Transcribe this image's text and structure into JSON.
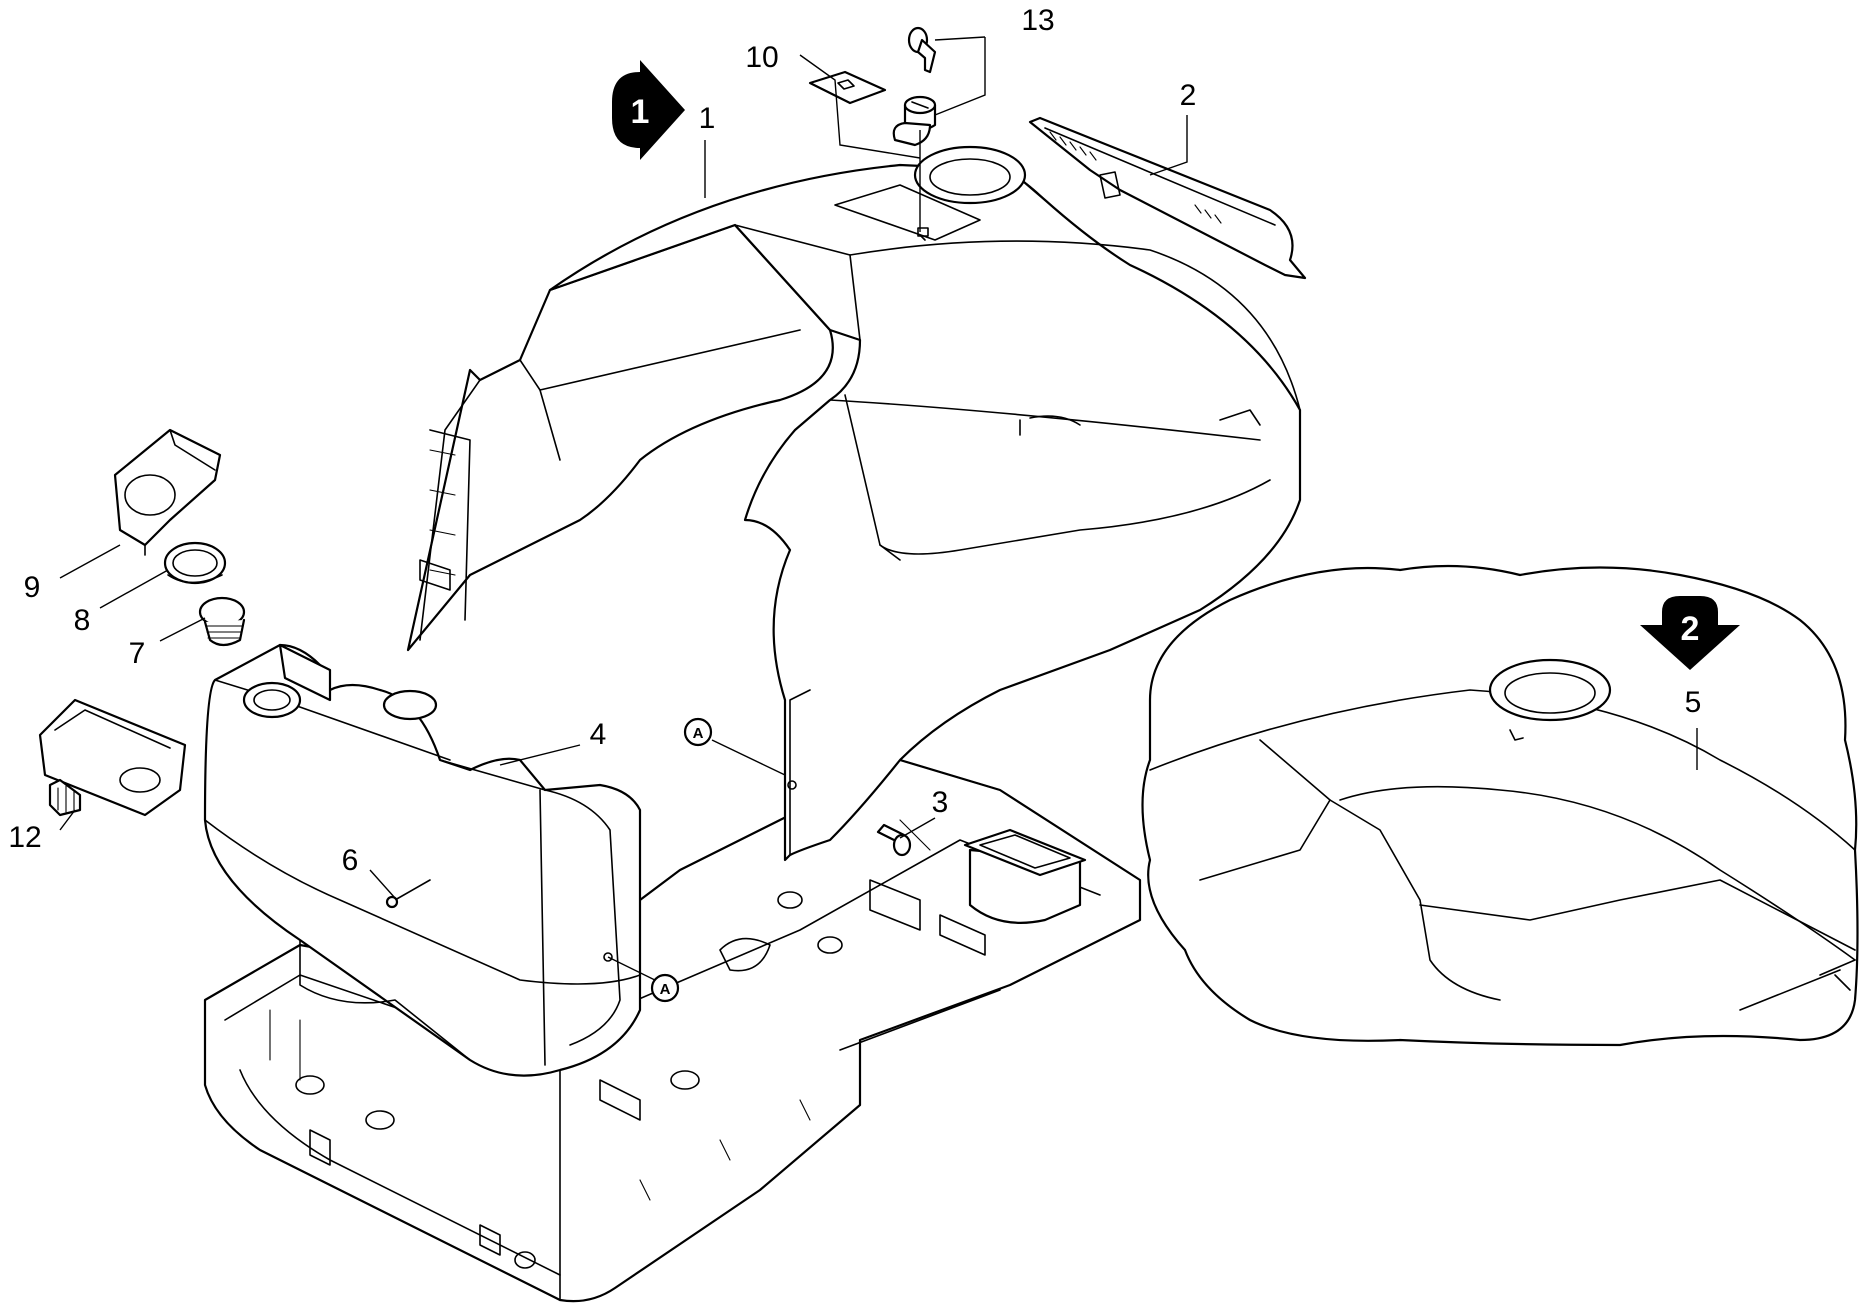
{
  "callouts": [
    {
      "id": "1",
      "label": "1"
    },
    {
      "id": "2",
      "label": "2"
    },
    {
      "id": "3",
      "label": "3"
    },
    {
      "id": "4",
      "label": "4"
    },
    {
      "id": "5",
      "label": "5"
    },
    {
      "id": "6",
      "label": "6"
    },
    {
      "id": "7",
      "label": "7"
    },
    {
      "id": "8",
      "label": "8"
    },
    {
      "id": "9",
      "label": "9"
    },
    {
      "id": "10",
      "label": "10"
    },
    {
      "id": "12",
      "label": "12"
    },
    {
      "id": "13",
      "label": "13"
    }
  ],
  "reference_points": [
    {
      "id": "a-upper",
      "label": "A"
    },
    {
      "id": "a-lower",
      "label": "A"
    }
  ],
  "view_markers": [
    {
      "id": "view-1",
      "label": "1",
      "direction": "right"
    },
    {
      "id": "view-2",
      "label": "2",
      "direction": "down"
    }
  ],
  "colors": {
    "line": "#000000",
    "background": "#ffffff"
  }
}
